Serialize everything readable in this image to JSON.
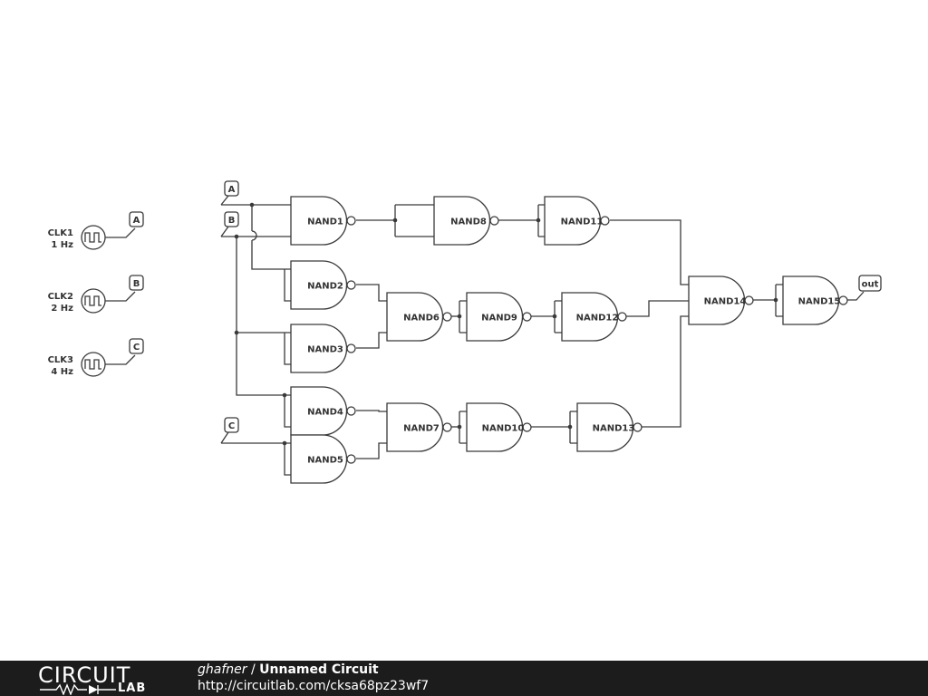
{
  "clocks": [
    {
      "name": "CLK1",
      "freq": "1 Hz",
      "net": "A"
    },
    {
      "name": "CLK2",
      "freq": "2 Hz",
      "net": "B"
    },
    {
      "name": "CLK3",
      "freq": "4 Hz",
      "net": "C"
    }
  ],
  "inputs": {
    "a": "A",
    "b": "B",
    "c": "C"
  },
  "output": "out",
  "gates": [
    "NAND1",
    "NAND2",
    "NAND3",
    "NAND4",
    "NAND5",
    "NAND6",
    "NAND7",
    "NAND8",
    "NAND9",
    "NAND10",
    "NAND11",
    "NAND12",
    "NAND13",
    "NAND14",
    "NAND15"
  ],
  "footer": {
    "logo_top": "CIRCUIT",
    "logo_bottom": "LAB",
    "author": "ghafner",
    "separator": "/",
    "circuit_name": "Unnamed Circuit",
    "url": "http://circuitlab.com/cksa68pz23wf7"
  }
}
